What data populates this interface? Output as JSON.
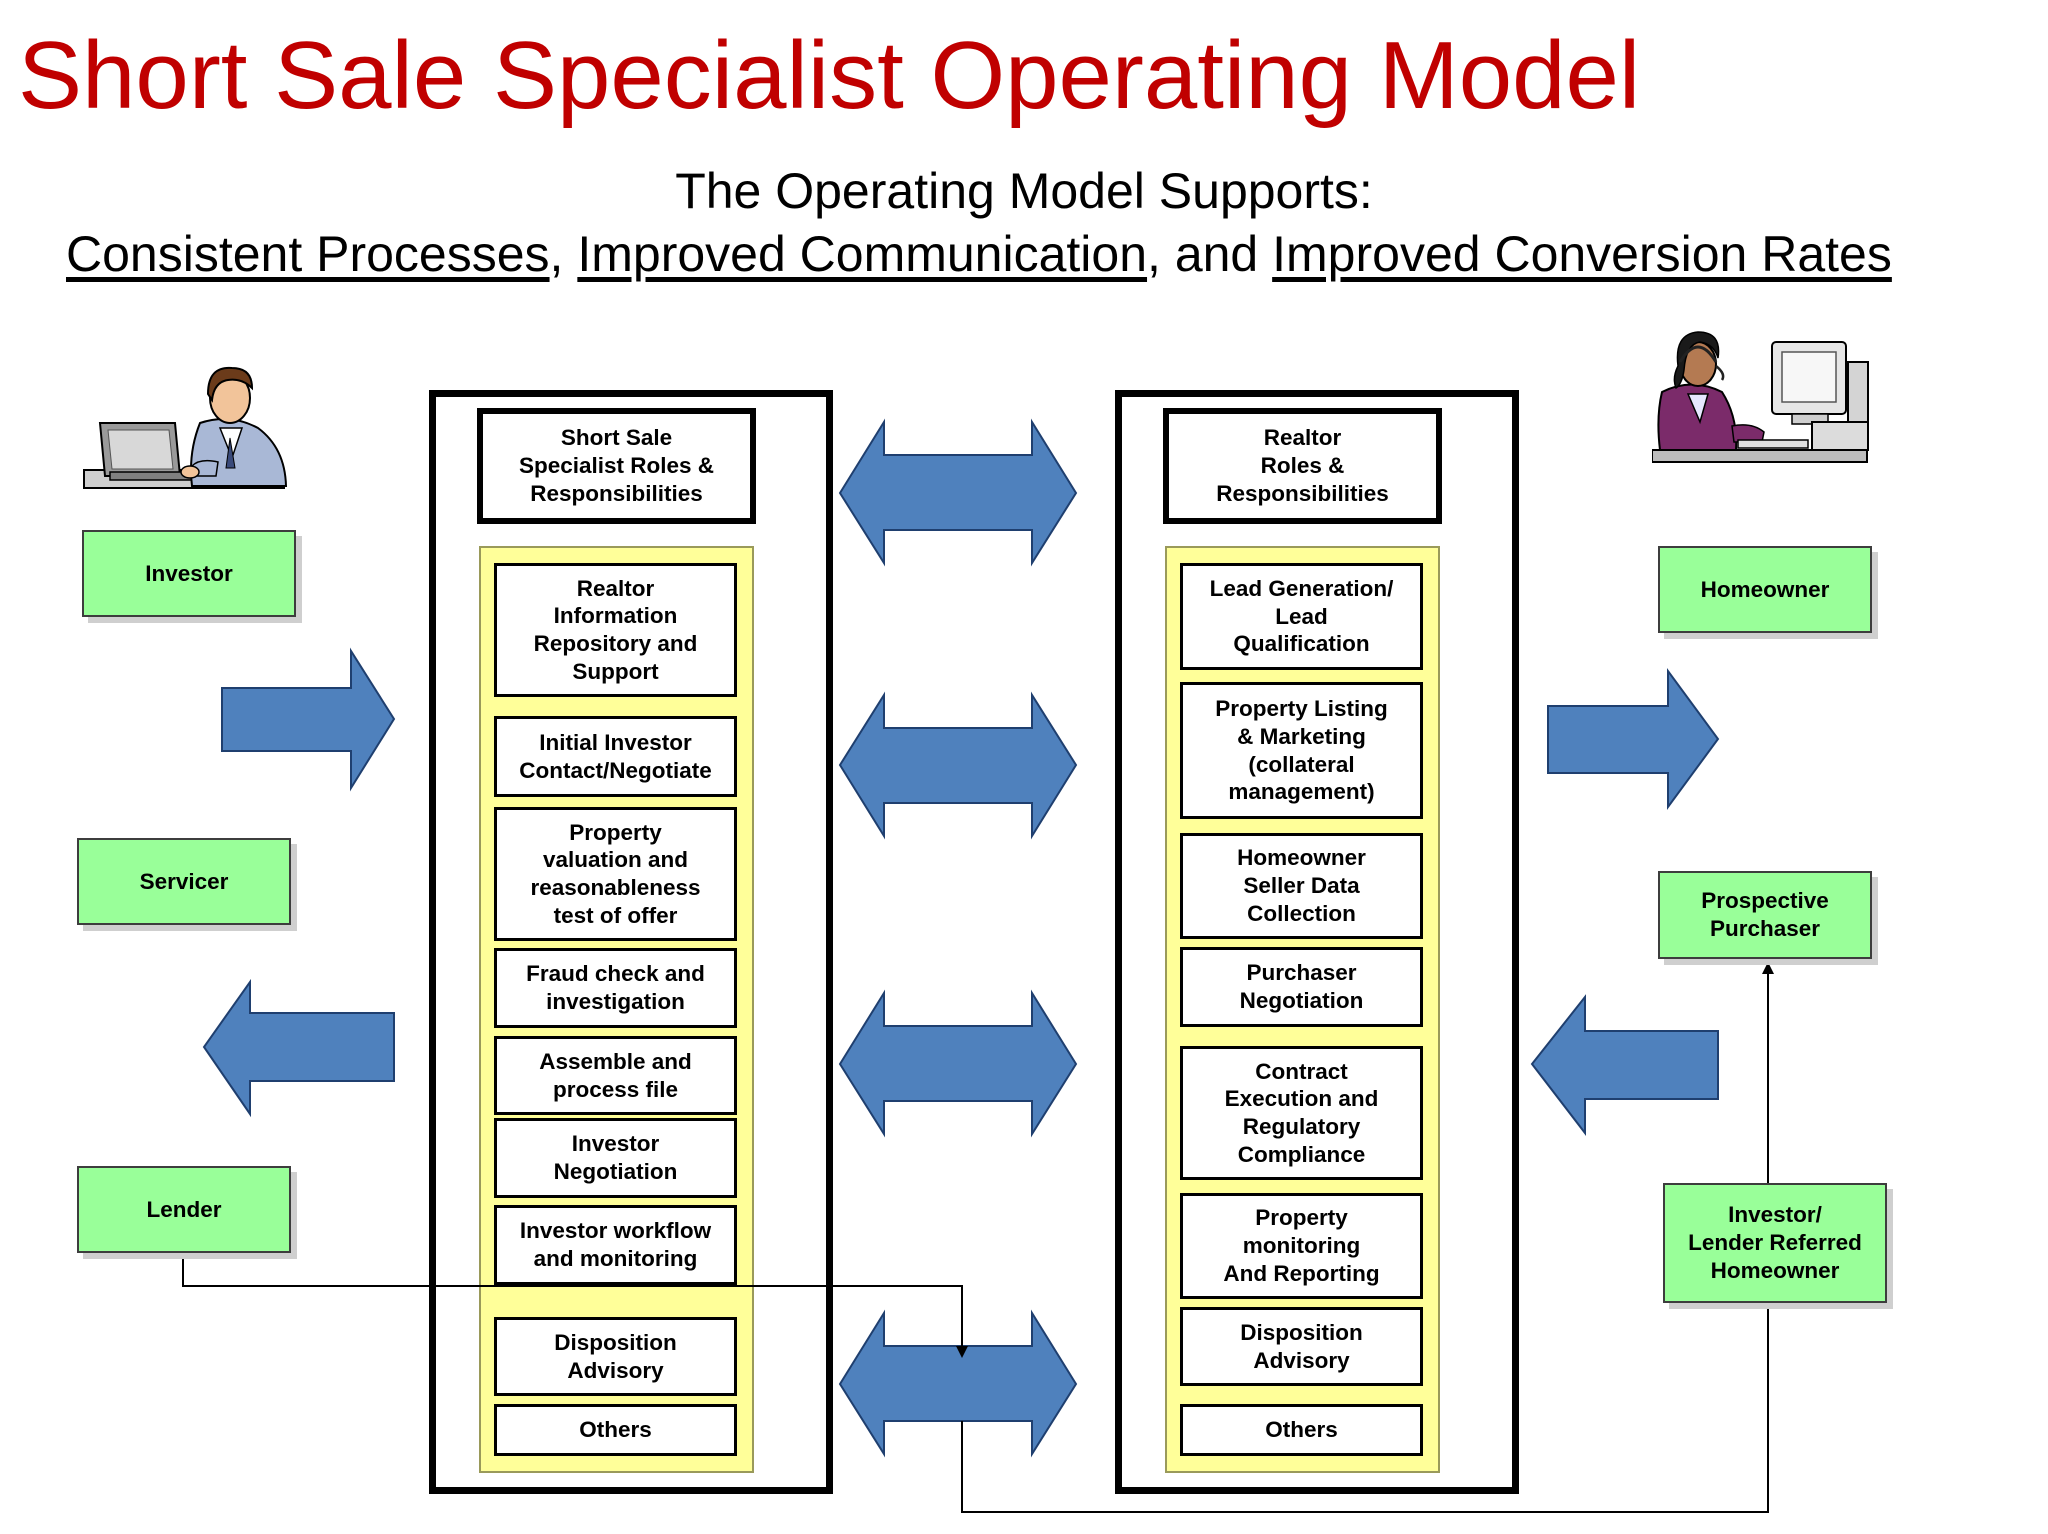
{
  "title": "Short Sale Specialist Operating Model",
  "subtitle": {
    "line1": "The Operating Model Supports:",
    "part1": "Consistent Processes",
    "sep1": ", ",
    "part2": "Improved Communication",
    "sep2": ", and ",
    "part3": "Improved Conversion Rates"
  },
  "left_column": {
    "header": "Short Sale\nSpecialist Roles &\nResponsibilities",
    "roles": [
      "Realtor\nInformation\nRepository and\nSupport",
      "Initial Investor\nContact/Negotiate",
      "Property\nvaluation and\nreasonableness\ntest of offer",
      "Fraud check and\ninvestigation",
      "Assemble and\nprocess file",
      "Investor\nNegotiation",
      "Investor workflow\nand monitoring",
      "Disposition\nAdvisory",
      "Others"
    ]
  },
  "right_column": {
    "header": "Realtor\nRoles &\nResponsibilities",
    "roles": [
      "Lead Generation/\nLead\nQualification",
      "Property Listing\n& Marketing\n(collateral\nmanagement)",
      "Homeowner\nSeller Data\nCollection",
      "Purchaser\nNegotiation",
      "Contract\nExecution and\nRegulatory\nCompliance",
      "Property\nmonitoring\nAnd Reporting",
      "Disposition\nAdvisory",
      "Others"
    ]
  },
  "left_parties": [
    "Investor",
    "Servicer",
    "Lender"
  ],
  "right_parties": [
    "Homeowner",
    "Prospective\nPurchaser",
    "Investor/\nLender Referred\nHomeowner"
  ],
  "colors": {
    "title": "#c00000",
    "arrow_fill": "#4f81bd",
    "party_fill": "#99ff99",
    "role_panel_fill": "#ffff99"
  },
  "icons": {
    "left": "man-at-laptop-clipart",
    "right": "woman-with-headset-at-computer-clipart"
  }
}
